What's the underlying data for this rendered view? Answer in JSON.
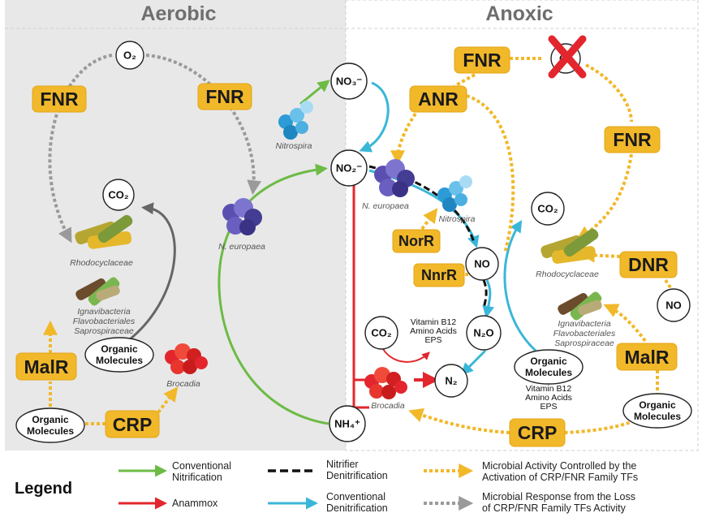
{
  "headers": {
    "aerobic": "Aerobic",
    "anoxic": "Anoxic"
  },
  "transcription_factors": {
    "fnr": "FNR",
    "anr": "ANR",
    "dnr": "DNR",
    "malr": "MalR",
    "crp": "CRP",
    "norr": "NorR",
    "nnrr": "NnrR"
  },
  "compounds": {
    "o2": "O₂",
    "co2": "CO₂",
    "no3": "NO₃⁻",
    "no2": "NO₂⁻",
    "nh4": "NH₄⁺",
    "no": "NO",
    "n2o": "N₂O",
    "n2": "N₂"
  },
  "organic": {
    "line1": "Organic",
    "line2": "Molecules"
  },
  "products": {
    "vitamin_b12": "Vitamin B12",
    "amino_acids": "Amino Acids",
    "eps": "EPS"
  },
  "bacteria": {
    "rhodocyclaceae": "Rhodocyclaceae",
    "ignavibacteria": "Ignavibacteria",
    "flavobacteriales": "Flavobacteriales",
    "saprospiraceae": "Saprospiraceae",
    "brocadia": "Brocadia",
    "n_europaea": "N. europaea",
    "nitrospira": "Nitrospira"
  },
  "legend": {
    "title": "Legend",
    "items": [
      {
        "line1": "Conventional",
        "line2": "Nitrification",
        "color": "#6dbb45"
      },
      {
        "line1": "Anammox",
        "line2": "",
        "color": "#e3262d"
      },
      {
        "line1": "Nitrifier",
        "line2": "Denitrification",
        "color": "#111111"
      },
      {
        "line1": "Conventional",
        "line2": "Denitrification",
        "color": "#3ab7d8"
      },
      {
        "line1": "Microbial Activity Controlled by the",
        "line2": "Activation of CRP/FNR Family TFs",
        "color": "#f1b82a"
      },
      {
        "line1": "Microbial Response from the Loss",
        "line2": "of CRP/FNR Family TFs Activity",
        "color": "#9a9a9a"
      }
    ]
  },
  "colors": {
    "nitrification": "#6dbb45",
    "anammox": "#e3262d",
    "denitrification": "#3ab7d8",
    "tf_activity": "#f1b82a",
    "loss_response": "#9a9a9a",
    "aerobic_bg": "#e8e8e8",
    "absent_mark": "#e3262d"
  }
}
